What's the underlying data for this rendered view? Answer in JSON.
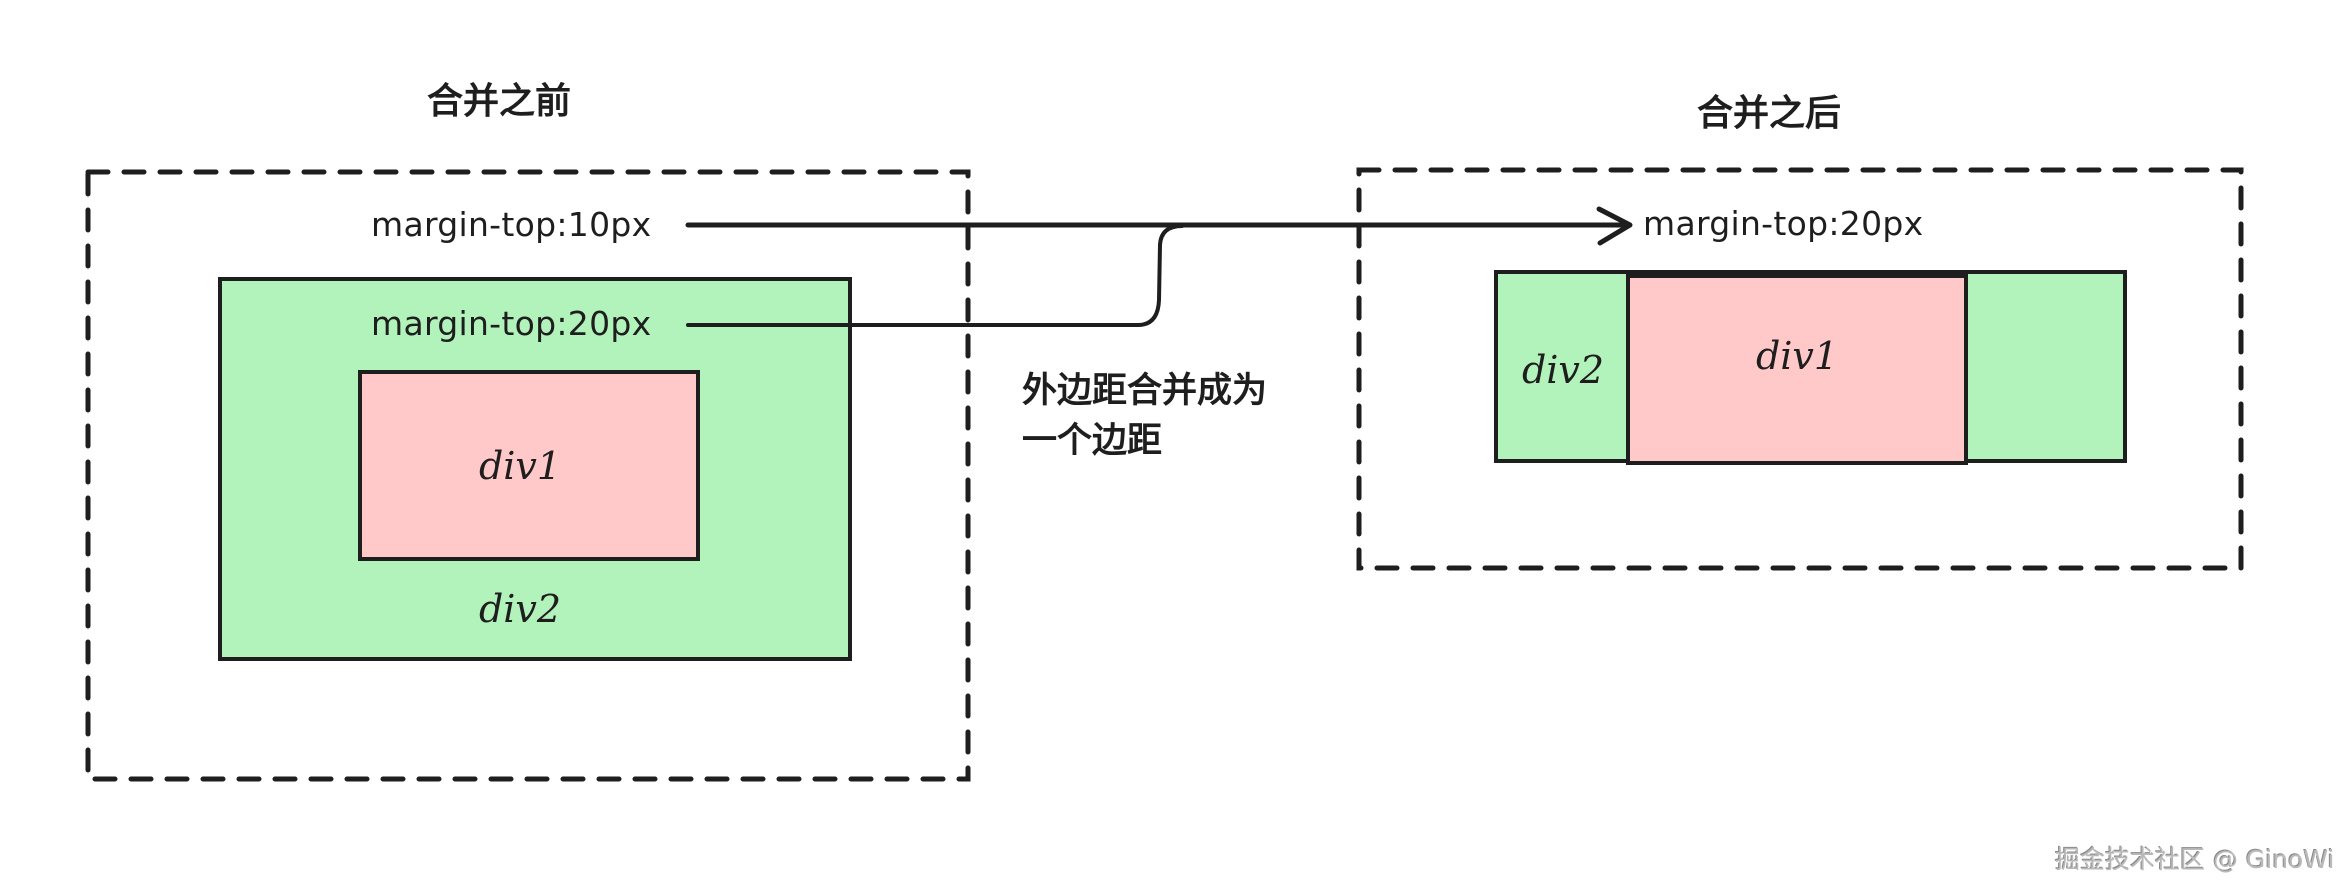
{
  "colors": {
    "stroke": "#1e1e1e",
    "outer_fill": "#b2f2bb",
    "inner_fill": "#ffc9c9",
    "background": "#ffffff"
  },
  "before": {
    "title": "合并之前",
    "outer_margin_label": "margin-top:10px",
    "inner_margin_label": "margin-top:20px",
    "inner_box_label": "div1",
    "outer_box_label": "div2"
  },
  "after": {
    "title": "合并之后",
    "margin_label": "margin-top:20px",
    "inner_box_label": "div1",
    "outer_box_label": "div2"
  },
  "annotation": {
    "line1": "外边距合并成为",
    "line2": "一个边距"
  },
  "watermark": "掘金技术社区 @ GinoWi"
}
